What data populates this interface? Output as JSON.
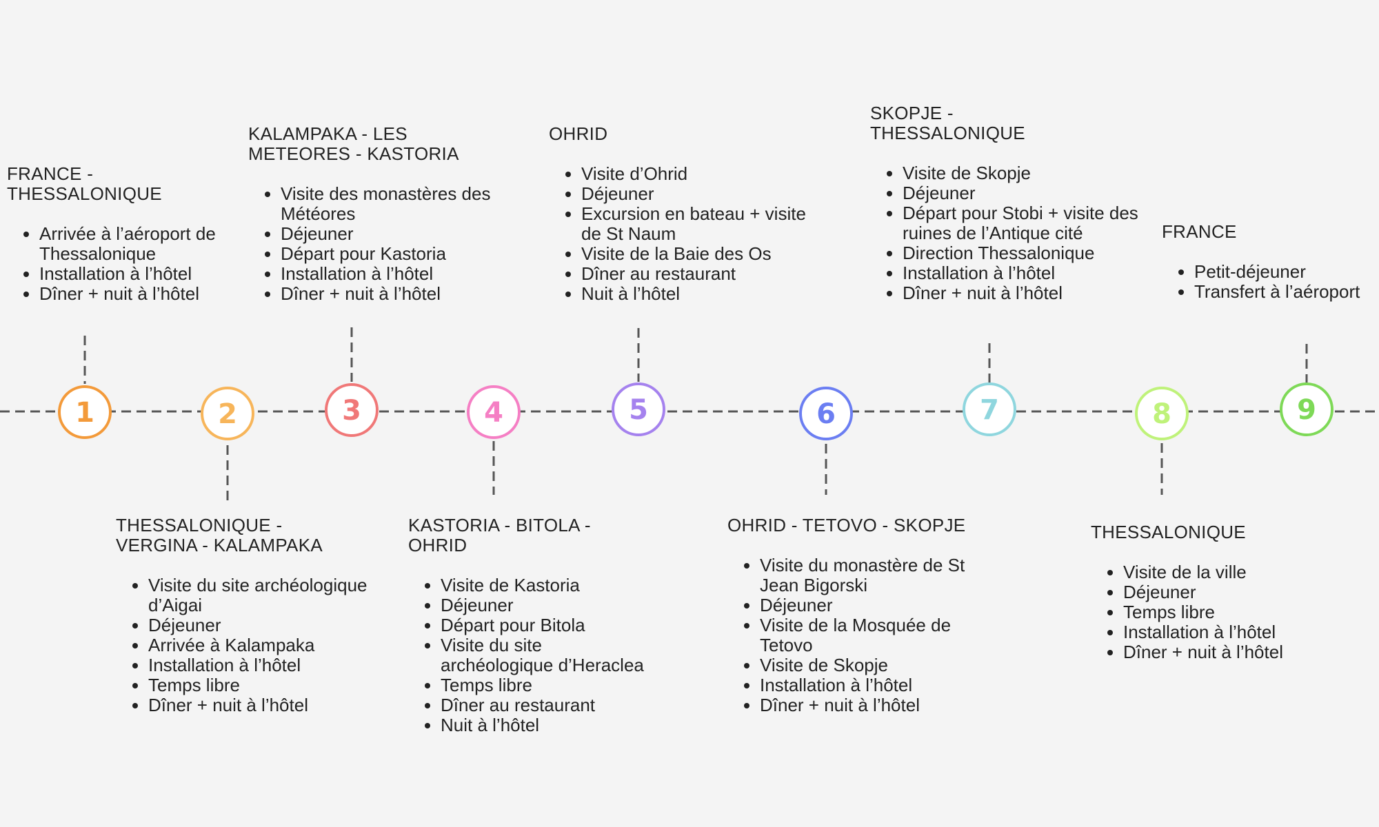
{
  "timeline": {
    "line_color": "#555555",
    "days": [
      {
        "number": "1",
        "color": "#f39a3a",
        "position": "top",
        "title_lines": [
          "FRANCE -",
          "THESSALONIQUE"
        ],
        "items": [
          "Arrivée à l’aéroport de Thessalonique",
          "Installation à l’hôtel",
          "Dîner + nuit à l’hôtel"
        ]
      },
      {
        "number": "2",
        "color": "#f7b55a",
        "position": "bottom",
        "title_lines": [
          "THESSALONIQUE -",
          "VERGINA - KALAMPAKA"
        ],
        "items": [
          "Visite du site archéologique d’Aigai",
          "Déjeuner",
          "Arrivée à Kalampaka",
          "Installation à l’hôtel",
          "Temps libre",
          "Dîner + nuit à l’hôtel"
        ]
      },
      {
        "number": "3",
        "color": "#f07878",
        "position": "top",
        "title_lines": [
          "KALAMPAKA - LES",
          "METEORES - KASTORIA"
        ],
        "items": [
          "Visite des monastères des Météores",
          "Déjeuner",
          "Départ pour Kastoria",
          "Installation à l’hôtel",
          "Dîner + nuit à l’hôtel"
        ]
      },
      {
        "number": "4",
        "color": "#f57fc4",
        "position": "bottom",
        "title_lines": [
          "KASTORIA - BITOLA -",
          "OHRID"
        ],
        "items": [
          "Visite de Kastoria",
          "Déjeuner",
          "Départ pour Bitola",
          "Visite du site archéologique d’Heraclea",
          "Temps libre",
          "Dîner au restaurant",
          "Nuit à l’hôtel"
        ]
      },
      {
        "number": "5",
        "color": "#a582ee",
        "position": "top",
        "title_lines": [
          "OHRID"
        ],
        "items": [
          "Visite d’Ohrid",
          "Déjeuner",
          "Excursion en bateau + visite de St Naum",
          "Visite de la Baie des Os",
          "Dîner au restaurant",
          "Nuit à l’hôtel"
        ]
      },
      {
        "number": "6",
        "color": "#6b7ef2",
        "position": "bottom",
        "title_lines": [
          "OHRID - TETOVO - SKOPJE"
        ],
        "items": [
          "Visite du monastère de St Jean Bigorski",
          "Déjeuner",
          "Visite de la Mosquée de Tetovo",
          "Visite de Skopje",
          "Installation à l’hôtel",
          "Dîner + nuit à l’hôtel"
        ]
      },
      {
        "number": "7",
        "color": "#8fd6de",
        "position": "top",
        "title_lines": [
          "SKOPJE -",
          "THESSALONIQUE"
        ],
        "items": [
          "Visite de Skopje",
          "Déjeuner",
          "Départ pour Stobi + visite des ruines de l’Antique cité",
          "Direction Thessalonique",
          "Installation à l’hôtel",
          "Dîner + nuit à l’hôtel"
        ]
      },
      {
        "number": "8",
        "color": "#bff27a",
        "position": "bottom",
        "title_lines": [
          "THESSALONIQUE"
        ],
        "items": [
          "Visite de la ville",
          "Déjeuner",
          "Temps libre",
          "Installation à l’hôtel",
          "Dîner + nuit à l’hôtel"
        ]
      },
      {
        "number": "9",
        "color": "#7ed957",
        "position": "top",
        "title_lines": [
          "FRANCE"
        ],
        "items": [
          "Petit-déjeuner",
          "Transfert à l’aéroport"
        ]
      }
    ]
  }
}
